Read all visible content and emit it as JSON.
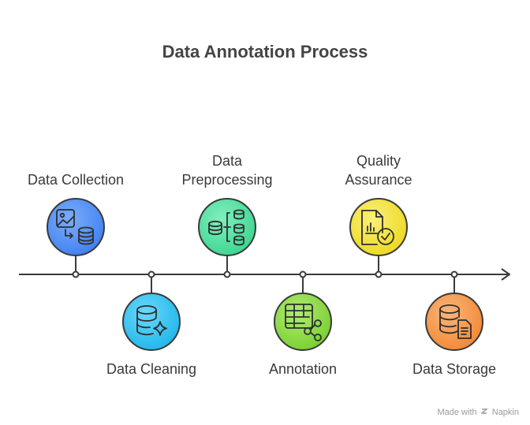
{
  "title": "Data Annotation Process",
  "steps": [
    {
      "label": "Data Collection",
      "icon": "image-to-database-icon",
      "color": "#4f8ef7"
    },
    {
      "label": "Data Cleaning",
      "icon": "database-sparkle-icon",
      "color": "#33c4f2"
    },
    {
      "label": "Data\nPreprocessing",
      "icon": "database-flow-icon",
      "color": "#4ee2a0"
    },
    {
      "label": "Annotation",
      "icon": "table-share-icon",
      "color": "#8fdc45"
    },
    {
      "label": "Quality\nAssurance",
      "icon": "report-check-icon",
      "color": "#f5e23a"
    },
    {
      "label": "Data Storage",
      "icon": "database-document-icon",
      "color": "#f79a4a"
    }
  ],
  "footer": {
    "prefix": "Made with",
    "brand": "Napkin"
  }
}
